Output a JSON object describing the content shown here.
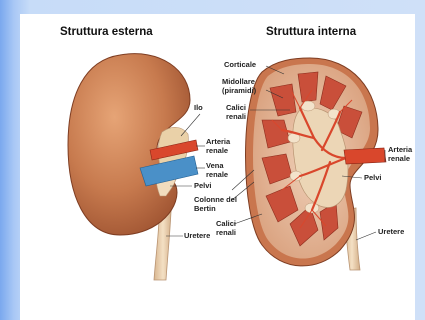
{
  "titles": {
    "external": "Struttura esterna",
    "internal": "Struttura interna"
  },
  "external_labels": {
    "ilo": "Ilo",
    "arteria_renale": "Arteria\nrenale",
    "vena_renale": "Vena\nrenale",
    "pelvi": "Pelvi",
    "uretere": "Uretere"
  },
  "internal_labels": {
    "corticale": "Corticale",
    "midollare": "Midollare\n(piramidi)",
    "calici_renali_top": "Calici\nrenali",
    "arteria_renale": "Arteria\nrenale",
    "pelvi": "Pelvi",
    "colonne_bertin": "Colonne del\nBertin",
    "calici_renali_bottom": "Calici\nrenali",
    "uretere": "Uretere"
  },
  "colors": {
    "kidney_outer": "#b8643f",
    "kidney_highlight": "#dc9466",
    "cortex": "#e4b79a",
    "pyramid": "#c94f3a",
    "artery": "#d9472c",
    "vein": "#4a90c8",
    "ureter": "#ecd2b0"
  }
}
